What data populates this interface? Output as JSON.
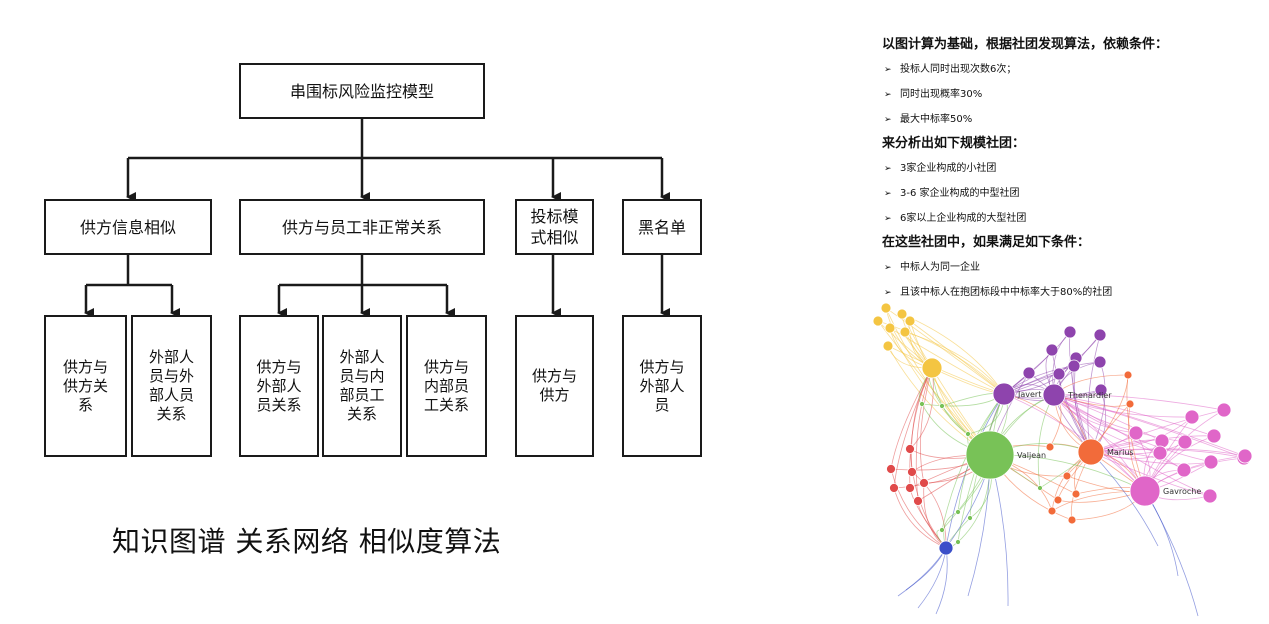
{
  "diagram": {
    "root": "串围标风险监控模型",
    "categories": [
      {
        "label": "供方信息相似",
        "children": [
          "供方与\n供方关\n系",
          "外部人\n员与外\n部人员\n关系"
        ]
      },
      {
        "label": "供方与员工非正常关系",
        "children": [
          "供方与\n外部人\n员关系",
          "外部人\n员与内\n部员工\n关系",
          "供方与\n内部员\n工关系"
        ]
      },
      {
        "label": "投标模\n式相似",
        "children": [
          "供方与\n供方"
        ]
      },
      {
        "label": "黑名单",
        "children": [
          "供方与\n外部人\n员"
        ]
      }
    ]
  },
  "caption": "知识图谱  关系网络 相似度算法",
  "notes": [
    {
      "type": "heading",
      "text": "以图计算为基础，根据社团发现算法，依赖条件："
    },
    {
      "type": "bullet",
      "text": "投标人同时出现次数6次；"
    },
    {
      "type": "bullet",
      "text": "同时出现概率30%"
    },
    {
      "type": "bullet",
      "text": "最大中标率50%"
    },
    {
      "type": "heading",
      "text": "来分析出如下规模社团："
    },
    {
      "type": "bullet",
      "text": "3家企业构成的小社团"
    },
    {
      "type": "bullet",
      "text": "3-6 家企业构成的中型社团"
    },
    {
      "type": "bullet",
      "text": "6家以上企业构成的大型社团"
    },
    {
      "type": "heading",
      "text": "在这些社团中，如果满足如下条件："
    },
    {
      "type": "bullet",
      "text": "中标人为同一企业"
    },
    {
      "type": "bullet",
      "text": "且该中标人在抱团标段中中标率大于80%的社团"
    }
  ],
  "bullet_glyph": "➢",
  "graph": {
    "labels": [
      "Javert",
      "Thenardier",
      "Valjean",
      "Marius",
      "Gavroche"
    ],
    "colors": {
      "yellow": "#f4c542",
      "purple": "#8e44ad",
      "magenta": "#e066c8",
      "green": "#78c257",
      "orange": "#f26b3a",
      "red": "#e04a4a",
      "blue": "#3b4fc9"
    }
  }
}
